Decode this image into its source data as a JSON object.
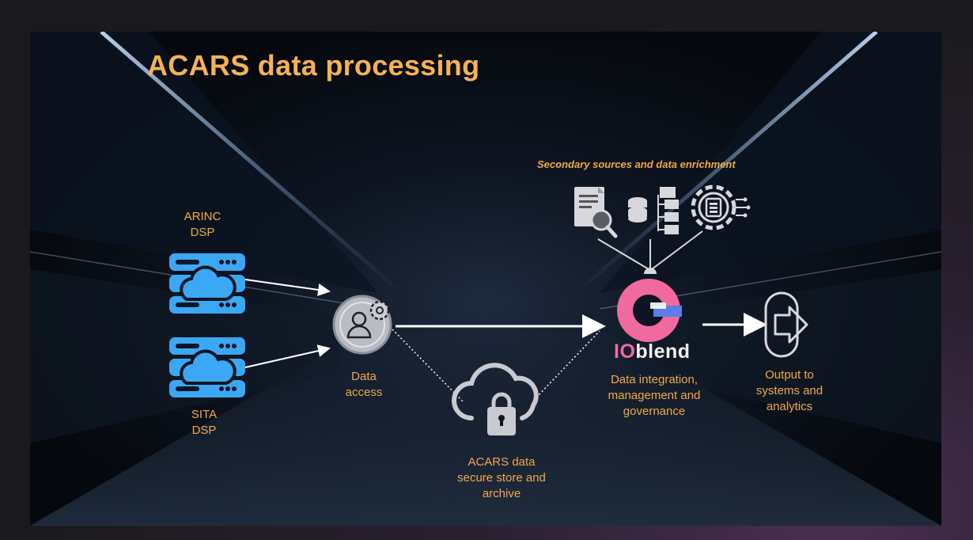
{
  "title": "ACARS data processing",
  "sources": {
    "arinc_label": "ARINC\nDSP",
    "sita_label": "SITA\nDSP"
  },
  "data_access_label": "Data\naccess",
  "store_label": "ACARS data\nsecure store and\narchive",
  "secondary_label": "Secondary sources and data enrichment",
  "brand": {
    "prefix": "IO",
    "suffix": "blend"
  },
  "integration_label": "Data integration,\nmanagement and\ngovernance",
  "output_label": "Output to\nsystems and\nanalytics",
  "colors": {
    "title": "#f5b255",
    "label": "#f1a94a",
    "server_blue": "#3aa8f5",
    "logo_pink": "#f06aa0",
    "logo_blue": "#5b7ee8",
    "icon_gray": "#d8d8dc"
  }
}
